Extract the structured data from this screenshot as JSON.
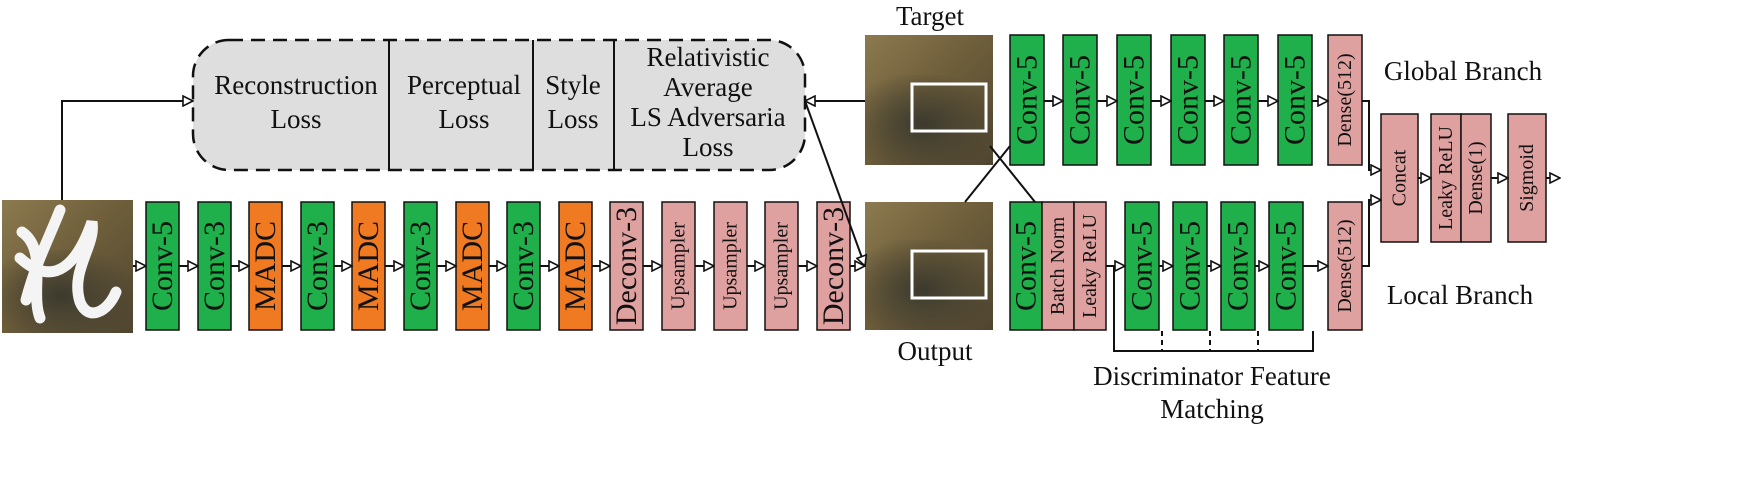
{
  "colors": {
    "conv": "#1faf4b",
    "madc": "#ef7a22",
    "pink": "#dfa0a0",
    "loss_fill": "#dedede",
    "line": "#111111"
  },
  "icons": {
    "input_image": "masked-painting-thumbnail",
    "target_image": "painting-thumbnail",
    "output_image": "painting-thumbnail"
  },
  "loss_box": {
    "sections": [
      [
        "Reconstruction",
        "Loss"
      ],
      [
        "Perceptual",
        "Loss"
      ],
      [
        "Style",
        "Loss"
      ],
      [
        "Relativistic",
        "Average",
        "LS Adversaria",
        "Loss"
      ]
    ]
  },
  "generator": {
    "blocks": [
      {
        "label": "Conv-5",
        "kind": "conv"
      },
      {
        "label": "Conv-3",
        "kind": "conv"
      },
      {
        "label": "MADC",
        "kind": "madc"
      },
      {
        "label": "Conv-3",
        "kind": "conv"
      },
      {
        "label": "MADC",
        "kind": "madc"
      },
      {
        "label": "Conv-3",
        "kind": "conv"
      },
      {
        "label": "MADC",
        "kind": "madc"
      },
      {
        "label": "Conv-3",
        "kind": "conv"
      },
      {
        "label": "MADC",
        "kind": "madc"
      },
      {
        "label": "Deconv-3",
        "kind": "pink"
      },
      {
        "label": "Upsampler",
        "kind": "pink",
        "small": true
      },
      {
        "label": "Upsampler",
        "kind": "pink",
        "small": true
      },
      {
        "label": "Upsampler",
        "kind": "pink",
        "small": true
      },
      {
        "label": "Deconv-3",
        "kind": "pink"
      }
    ]
  },
  "labels": {
    "target": "Target",
    "output": "Output",
    "global_branch": "Global Branch",
    "local_branch": "Local Branch",
    "feature_matching": [
      "Discriminator Feature",
      "Matching"
    ]
  },
  "global_branch": {
    "blocks": [
      {
        "label": "Conv-5",
        "kind": "conv"
      },
      {
        "label": "Conv-5",
        "kind": "conv"
      },
      {
        "label": "Conv-5",
        "kind": "conv"
      },
      {
        "label": "Conv-5",
        "kind": "conv"
      },
      {
        "label": "Conv-5",
        "kind": "conv"
      },
      {
        "label": "Conv-5",
        "kind": "conv"
      },
      {
        "label": "Dense(512)",
        "kind": "pink",
        "small": true
      }
    ]
  },
  "local_branch": {
    "blocks": [
      {
        "label": "Conv-5",
        "kind": "conv"
      },
      {
        "label": "Batch Norm",
        "kind": "pink",
        "small": true
      },
      {
        "label": "Leaky ReLU",
        "kind": "pink",
        "small": true
      },
      {
        "label": "Conv-5",
        "kind": "conv"
      },
      {
        "label": "Conv-5",
        "kind": "conv"
      },
      {
        "label": "Conv-5",
        "kind": "conv"
      },
      {
        "label": "Conv-5",
        "kind": "conv"
      },
      {
        "label": "Dense(512)",
        "kind": "pink",
        "small": true
      }
    ]
  },
  "head": {
    "blocks": [
      {
        "label": "Concat",
        "kind": "pink",
        "small": true
      },
      {
        "label": "Leaky ReLU",
        "kind": "pink",
        "small": true
      },
      {
        "label": "Dense(1)",
        "kind": "pink",
        "small": true
      },
      {
        "label": "Sigmoid",
        "kind": "pink",
        "small": true
      }
    ]
  }
}
